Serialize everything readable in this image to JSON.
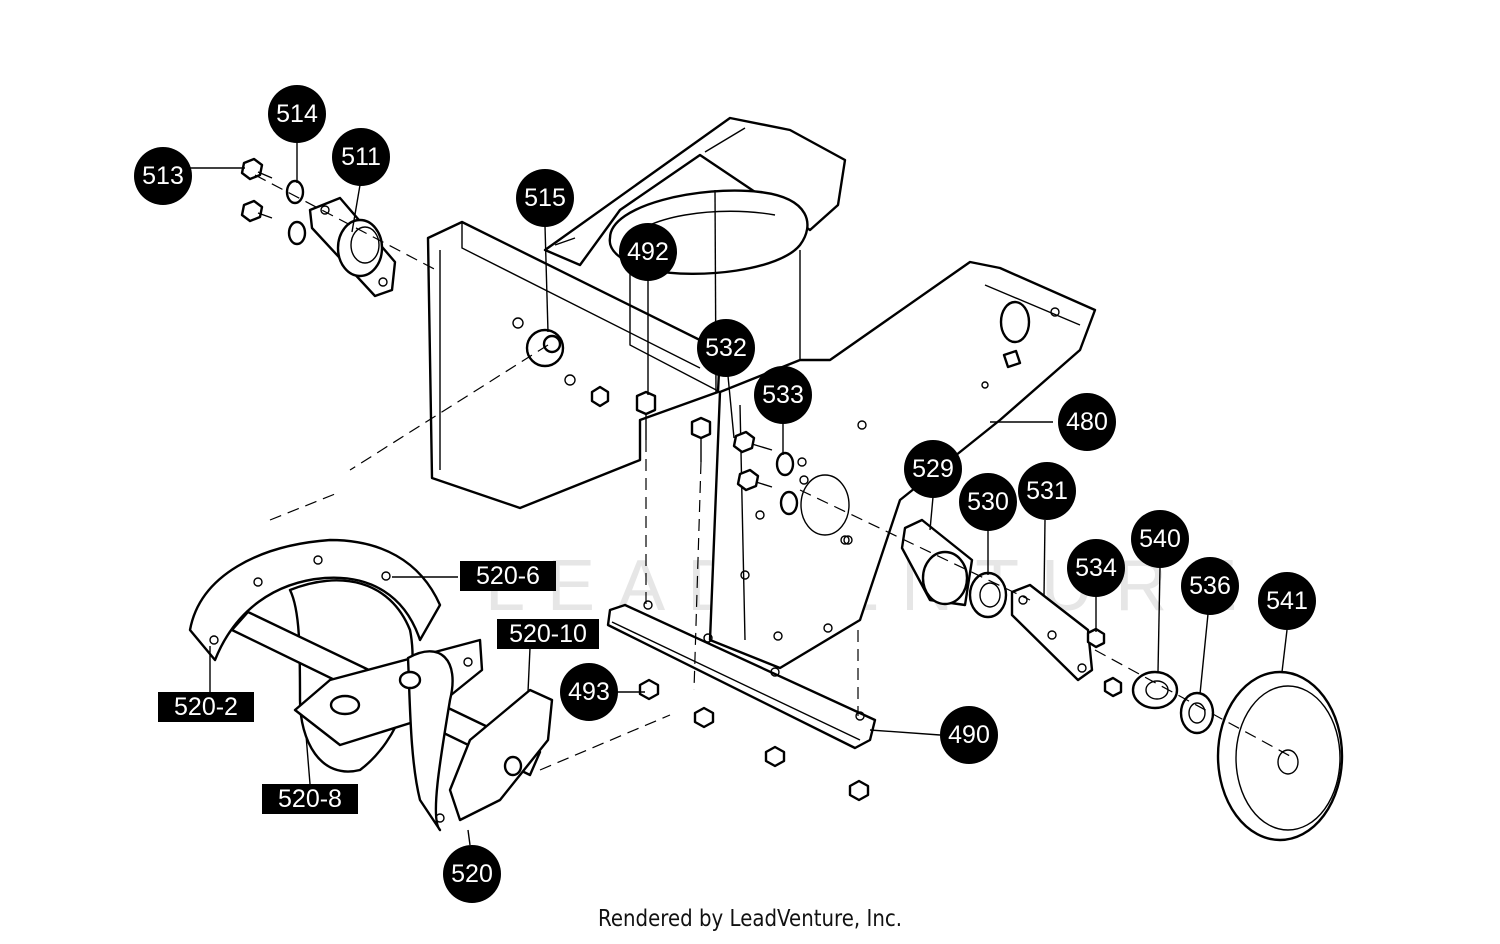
{
  "diagram": {
    "watermark": "LEADVENTURE",
    "footer": "Rendered by LeadVenture, Inc.",
    "callouts_circle": [
      {
        "id": "513",
        "label": "513"
      },
      {
        "id": "514",
        "label": "514"
      },
      {
        "id": "511",
        "label": "511"
      },
      {
        "id": "515",
        "label": "515"
      },
      {
        "id": "492",
        "label": "492"
      },
      {
        "id": "532",
        "label": "532"
      },
      {
        "id": "533",
        "label": "533"
      },
      {
        "id": "480",
        "label": "480"
      },
      {
        "id": "529",
        "label": "529"
      },
      {
        "id": "530",
        "label": "530"
      },
      {
        "id": "531",
        "label": "531"
      },
      {
        "id": "534",
        "label": "534"
      },
      {
        "id": "540",
        "label": "540"
      },
      {
        "id": "536",
        "label": "536"
      },
      {
        "id": "541",
        "label": "541"
      },
      {
        "id": "493",
        "label": "493"
      },
      {
        "id": "490",
        "label": "490"
      },
      {
        "id": "520",
        "label": "520"
      }
    ],
    "callouts_box": [
      {
        "id": "520-6",
        "label": "520-6"
      },
      {
        "id": "520-10",
        "label": "520-10"
      },
      {
        "id": "520-2",
        "label": "520-2"
      },
      {
        "id": "520-8",
        "label": "520-8"
      }
    ]
  }
}
